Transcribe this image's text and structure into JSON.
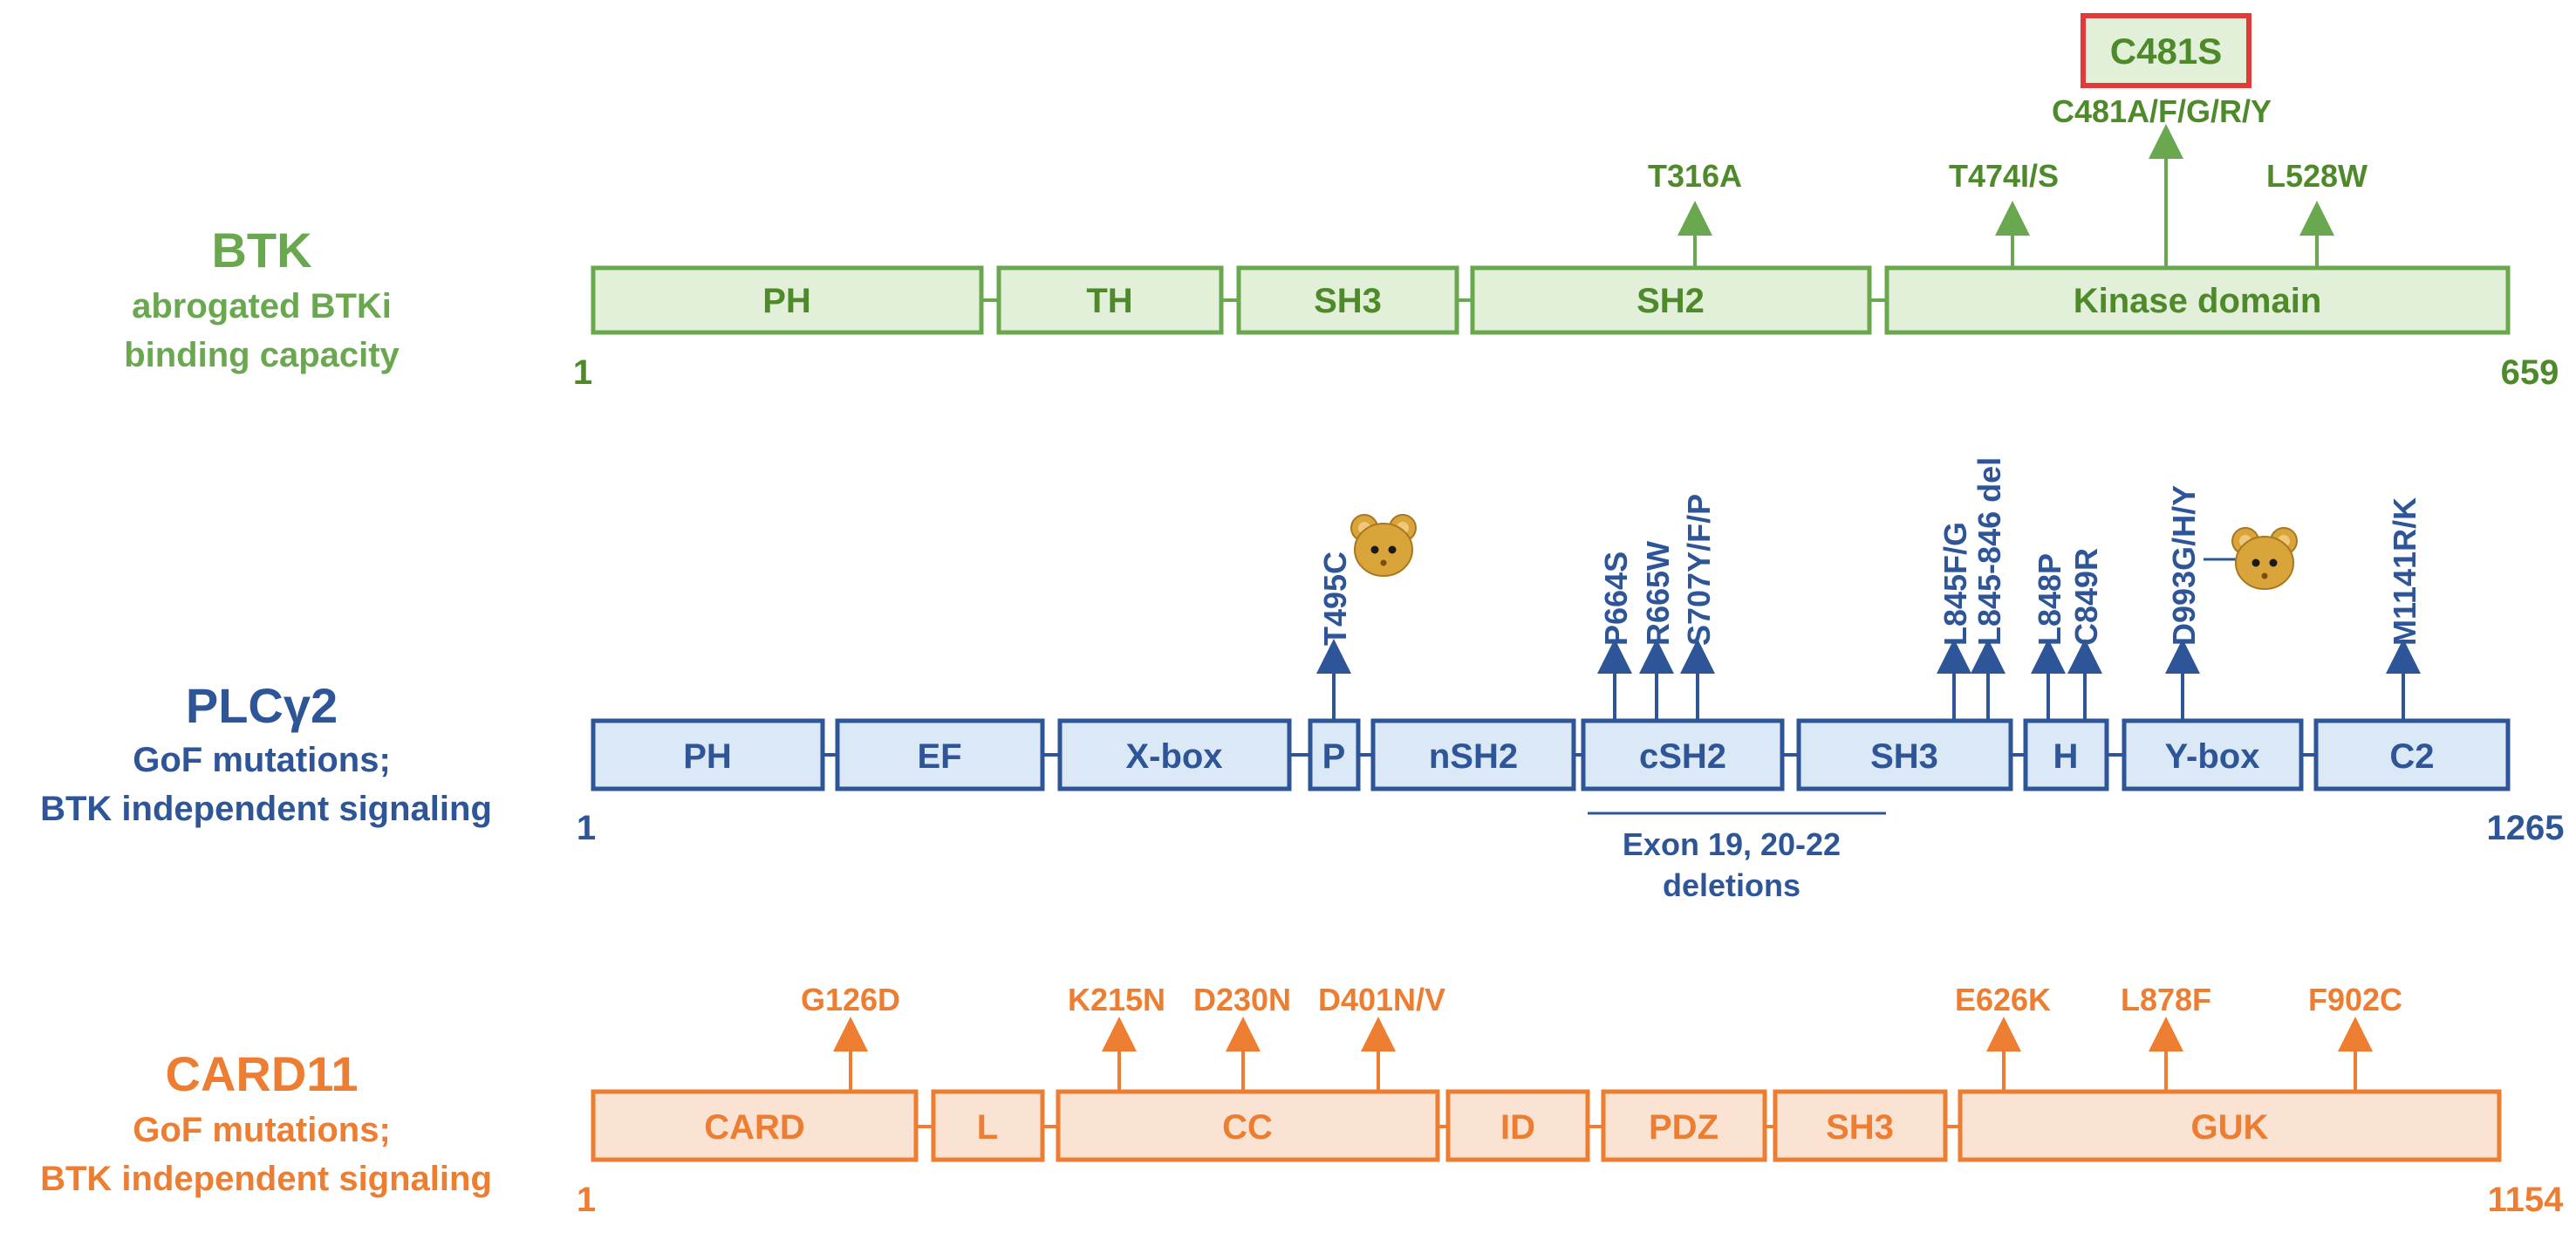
{
  "colors": {
    "btk": "#6aa84f",
    "btk_text": "#4e8a2a",
    "btk_fill": "#e2efd9",
    "plc": "#2e5597",
    "plc_fill": "#dbe8f5",
    "card": "#ed7d31",
    "card_fill": "#fbe3d4",
    "highlight_border": "#e03a3a",
    "mouse_body": "#d9a43a"
  },
  "btk": {
    "name": "BTK",
    "desc_line1": "abrogated BTKi",
    "desc_line2": "binding capacity",
    "start": "1",
    "end": "659",
    "domains": [
      "PH",
      "TH",
      "SH3",
      "SH2",
      "Kinase domain"
    ],
    "mutations": [
      "T316A",
      "T474I/S",
      "C481A/F/G/R/Y",
      "L528W"
    ],
    "highlight": "C481S"
  },
  "plcg2": {
    "name": "PLCγ2",
    "desc_line1": "GoF mutations;",
    "desc_line2": "BTK independent signaling",
    "start": "1",
    "end": "1265",
    "domains": [
      "PH",
      "EF",
      "X-box",
      "P",
      "nSH2",
      "cSH2",
      "SH3",
      "H",
      "Y-box",
      "C2"
    ],
    "mutations": [
      "T495C",
      "P664S",
      "R665W",
      "S707Y/F/P",
      "L845F/G",
      "L845-846 del",
      "L848P",
      "C849R",
      "D993G/H/Y",
      "M1141R/K"
    ],
    "deletion_label_line1": "Exon 19, 20-22",
    "deletion_label_line2": "deletions",
    "mouse_icons": [
      "mouse-icon",
      "mouse-icon"
    ]
  },
  "card11": {
    "name": "CARD11",
    "desc_line1": "GoF mutations;",
    "desc_line2": "BTK independent signaling",
    "start": "1",
    "end": "1154",
    "domains": [
      "CARD",
      "L",
      "CC",
      "ID",
      "PDZ",
      "SH3",
      "GUK"
    ],
    "mutations": [
      "G126D",
      "K215N",
      "D230N",
      "D401N/V",
      "E626K",
      "L878F",
      "F902C"
    ]
  }
}
